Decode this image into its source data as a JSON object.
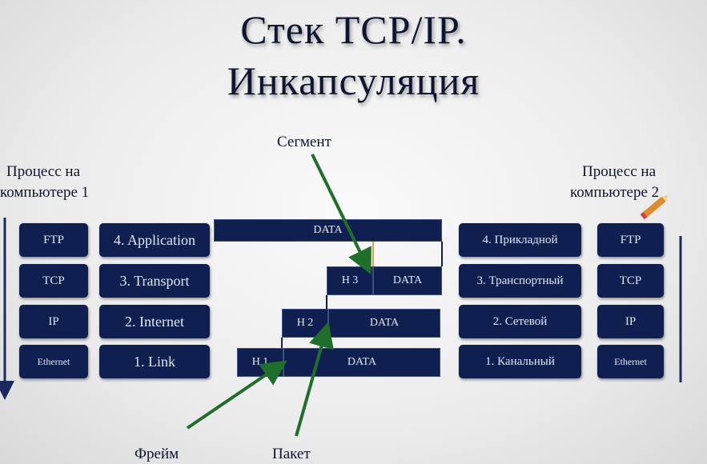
{
  "title": {
    "line1": "Стек TCP/IP.",
    "line2": "Инкапсуляция"
  },
  "computer1": {
    "label_line1": "Процесс на",
    "label_line2": "компьютере 1",
    "protocols": [
      "FTP",
      "TCP",
      "IP",
      "Ethernet"
    ],
    "layers": [
      "4. Application",
      "3. Transport",
      "2. Internet",
      "1. Link"
    ]
  },
  "computer2": {
    "label_line1": "Процесс на",
    "label_line2": "компьютере 2",
    "layers": [
      "4. Прикладной",
      "3. Транспортный",
      "2. Сетевой",
      "1. Канальный"
    ],
    "protocols": [
      "FTP",
      "TCP",
      "IP",
      "Ethernet"
    ]
  },
  "encapsulation": {
    "row4": {
      "data": "DATA"
    },
    "row3": {
      "header": "H 3",
      "data": "DATA"
    },
    "row2": {
      "header": "H 2",
      "data": "DATA"
    },
    "row1": {
      "header": "H 1",
      "data": "DATA"
    }
  },
  "callouts": {
    "segment": "Сегмент",
    "frame": "Фрейм",
    "packet": "Пакет"
  },
  "colors": {
    "box_fill": "#0f1f4f",
    "arrow_green": "#1f6e2a",
    "title": "#0d1530"
  }
}
